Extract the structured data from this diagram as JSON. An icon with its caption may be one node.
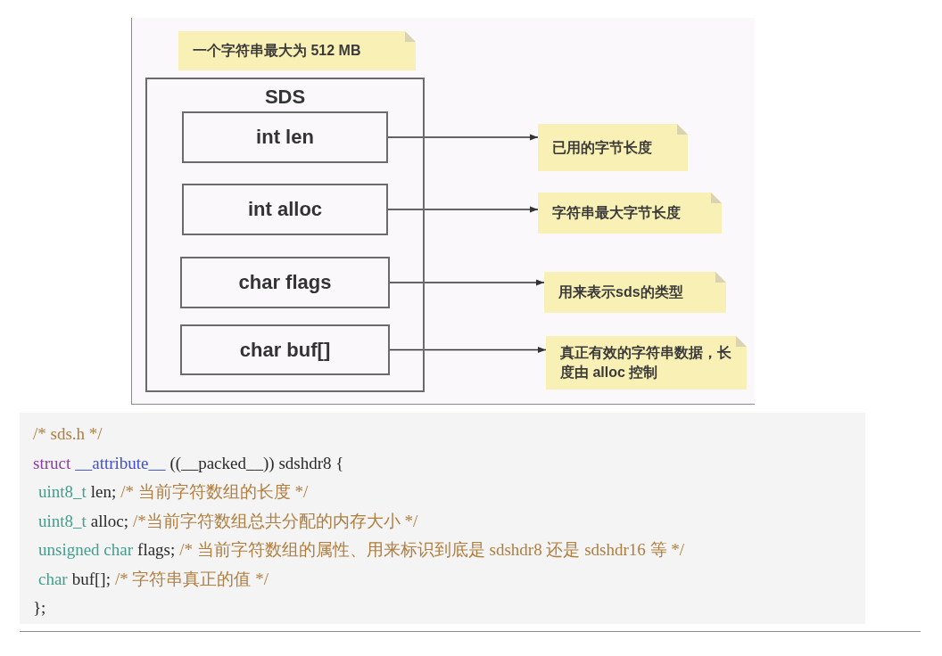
{
  "diagram": {
    "nodes": [
      {
        "text": [
          "一个字符串最大为 512 MB"
        ]
      },
      {
        "text": [
          "SDS"
        ]
      },
      {
        "text": [
          "int len"
        ],
        "in": 1
      },
      {
        "text": [
          "int alloc"
        ],
        "in": 1
      },
      {
        "text": [
          "char flags"
        ],
        "in": 1
      },
      {
        "text": [
          "char buf[]"
        ],
        "in": 1
      },
      {
        "text": [
          "已用的字节长度"
        ]
      },
      {
        "text": [
          "字符串最大字节长度"
        ]
      },
      {
        "text": [
          "用来表示sds的类型"
        ]
      },
      {
        "text": [
          "真正有效的字符串数据，长度由 alloc 控制"
        ]
      }
    ],
    "edges": [
      {
        "from": 2,
        "to": 6,
        "arrow": "to"
      },
      {
        "from": 3,
        "to": 7,
        "arrow": "to"
      },
      {
        "from": 4,
        "to": 8,
        "arrow": "to"
      },
      {
        "from": 5,
        "to": 9,
        "arrow": "to"
      }
    ],
    "labels": [
      "/* sds.h */",
      "struct",
      "__attribute__",
      "((__packed__)) sdshdr8 {",
      "uint8_t",
      "len;",
      "/* 当前字符数组的长度 */",
      "uint8_t",
      "alloc;",
      "/*当前字符数组总共分配的内存大小 */",
      "unsigned char",
      "flags;",
      "/* 当前字符数组的属性、用来标识到底是 sdshdr8 还是 sdshdr16 等 */",
      "char",
      "buf[];",
      "/* 字符串真正的值 */",
      "};"
    ]
  }
}
